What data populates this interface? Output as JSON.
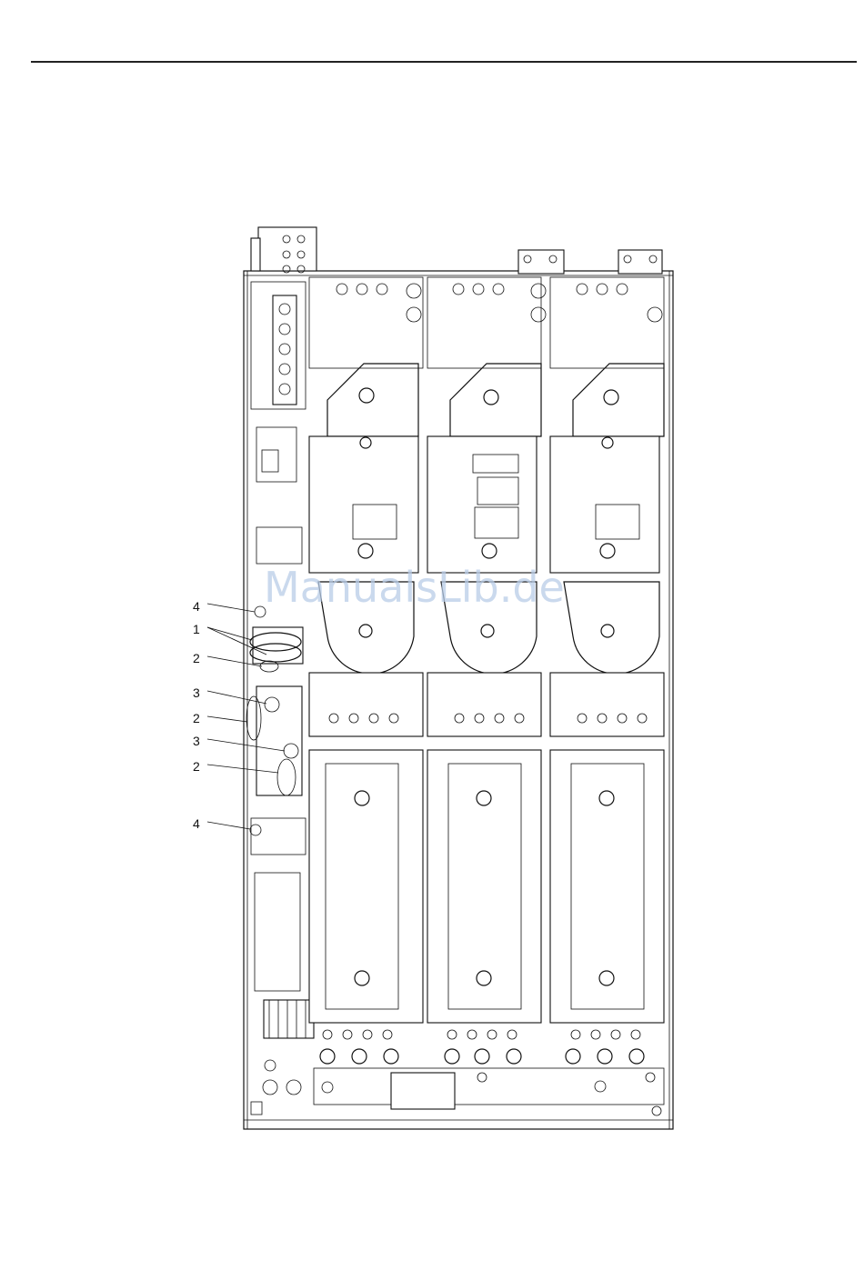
{
  "callouts": [
    {
      "label": "4"
    },
    {
      "label": "1"
    },
    {
      "label": "2"
    },
    {
      "label": "3"
    },
    {
      "label": "2"
    },
    {
      "label": "3"
    },
    {
      "label": "2"
    },
    {
      "label": "4"
    }
  ],
  "watermark": "ManualsLib.de"
}
